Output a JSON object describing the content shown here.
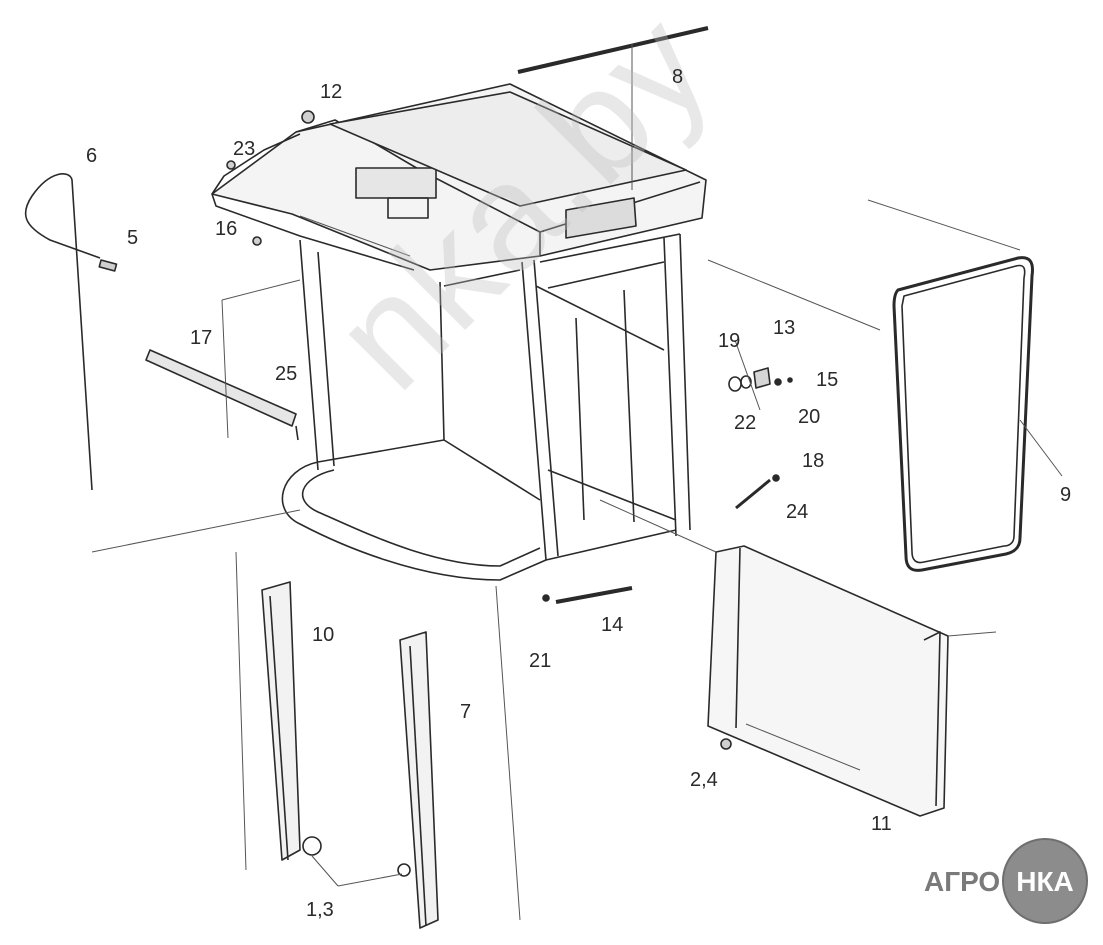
{
  "diagram": {
    "callouts": [
      {
        "id": "c12",
        "text": "12"
      },
      {
        "id": "c23",
        "text": "23"
      },
      {
        "id": "c6",
        "text": "6"
      },
      {
        "id": "c5",
        "text": "5"
      },
      {
        "id": "c16",
        "text": "16"
      },
      {
        "id": "c8",
        "text": "8"
      },
      {
        "id": "c17",
        "text": "17"
      },
      {
        "id": "c25",
        "text": "25"
      },
      {
        "id": "c19",
        "text": "19"
      },
      {
        "id": "c13",
        "text": "13"
      },
      {
        "id": "c15",
        "text": "15"
      },
      {
        "id": "c20",
        "text": "20"
      },
      {
        "id": "c22",
        "text": "22"
      },
      {
        "id": "c18",
        "text": "18"
      },
      {
        "id": "c24",
        "text": "24"
      },
      {
        "id": "c9",
        "text": "9"
      },
      {
        "id": "c10",
        "text": "10"
      },
      {
        "id": "c7",
        "text": "7"
      },
      {
        "id": "c14",
        "text": "14"
      },
      {
        "id": "c21",
        "text": "21"
      },
      {
        "id": "c24b",
        "text": "2,4"
      },
      {
        "id": "c11",
        "text": "11"
      },
      {
        "id": "c13b",
        "text": "1,3"
      }
    ]
  },
  "watermark": {
    "text": "nka.by"
  },
  "logo": {
    "text_left": "АГРО",
    "text_badge": "НКА"
  },
  "colors": {
    "line": "#2a2a2a",
    "leader": "#555555",
    "watermark": "#bebebe",
    "logo_grey": "#8c8c8c"
  }
}
